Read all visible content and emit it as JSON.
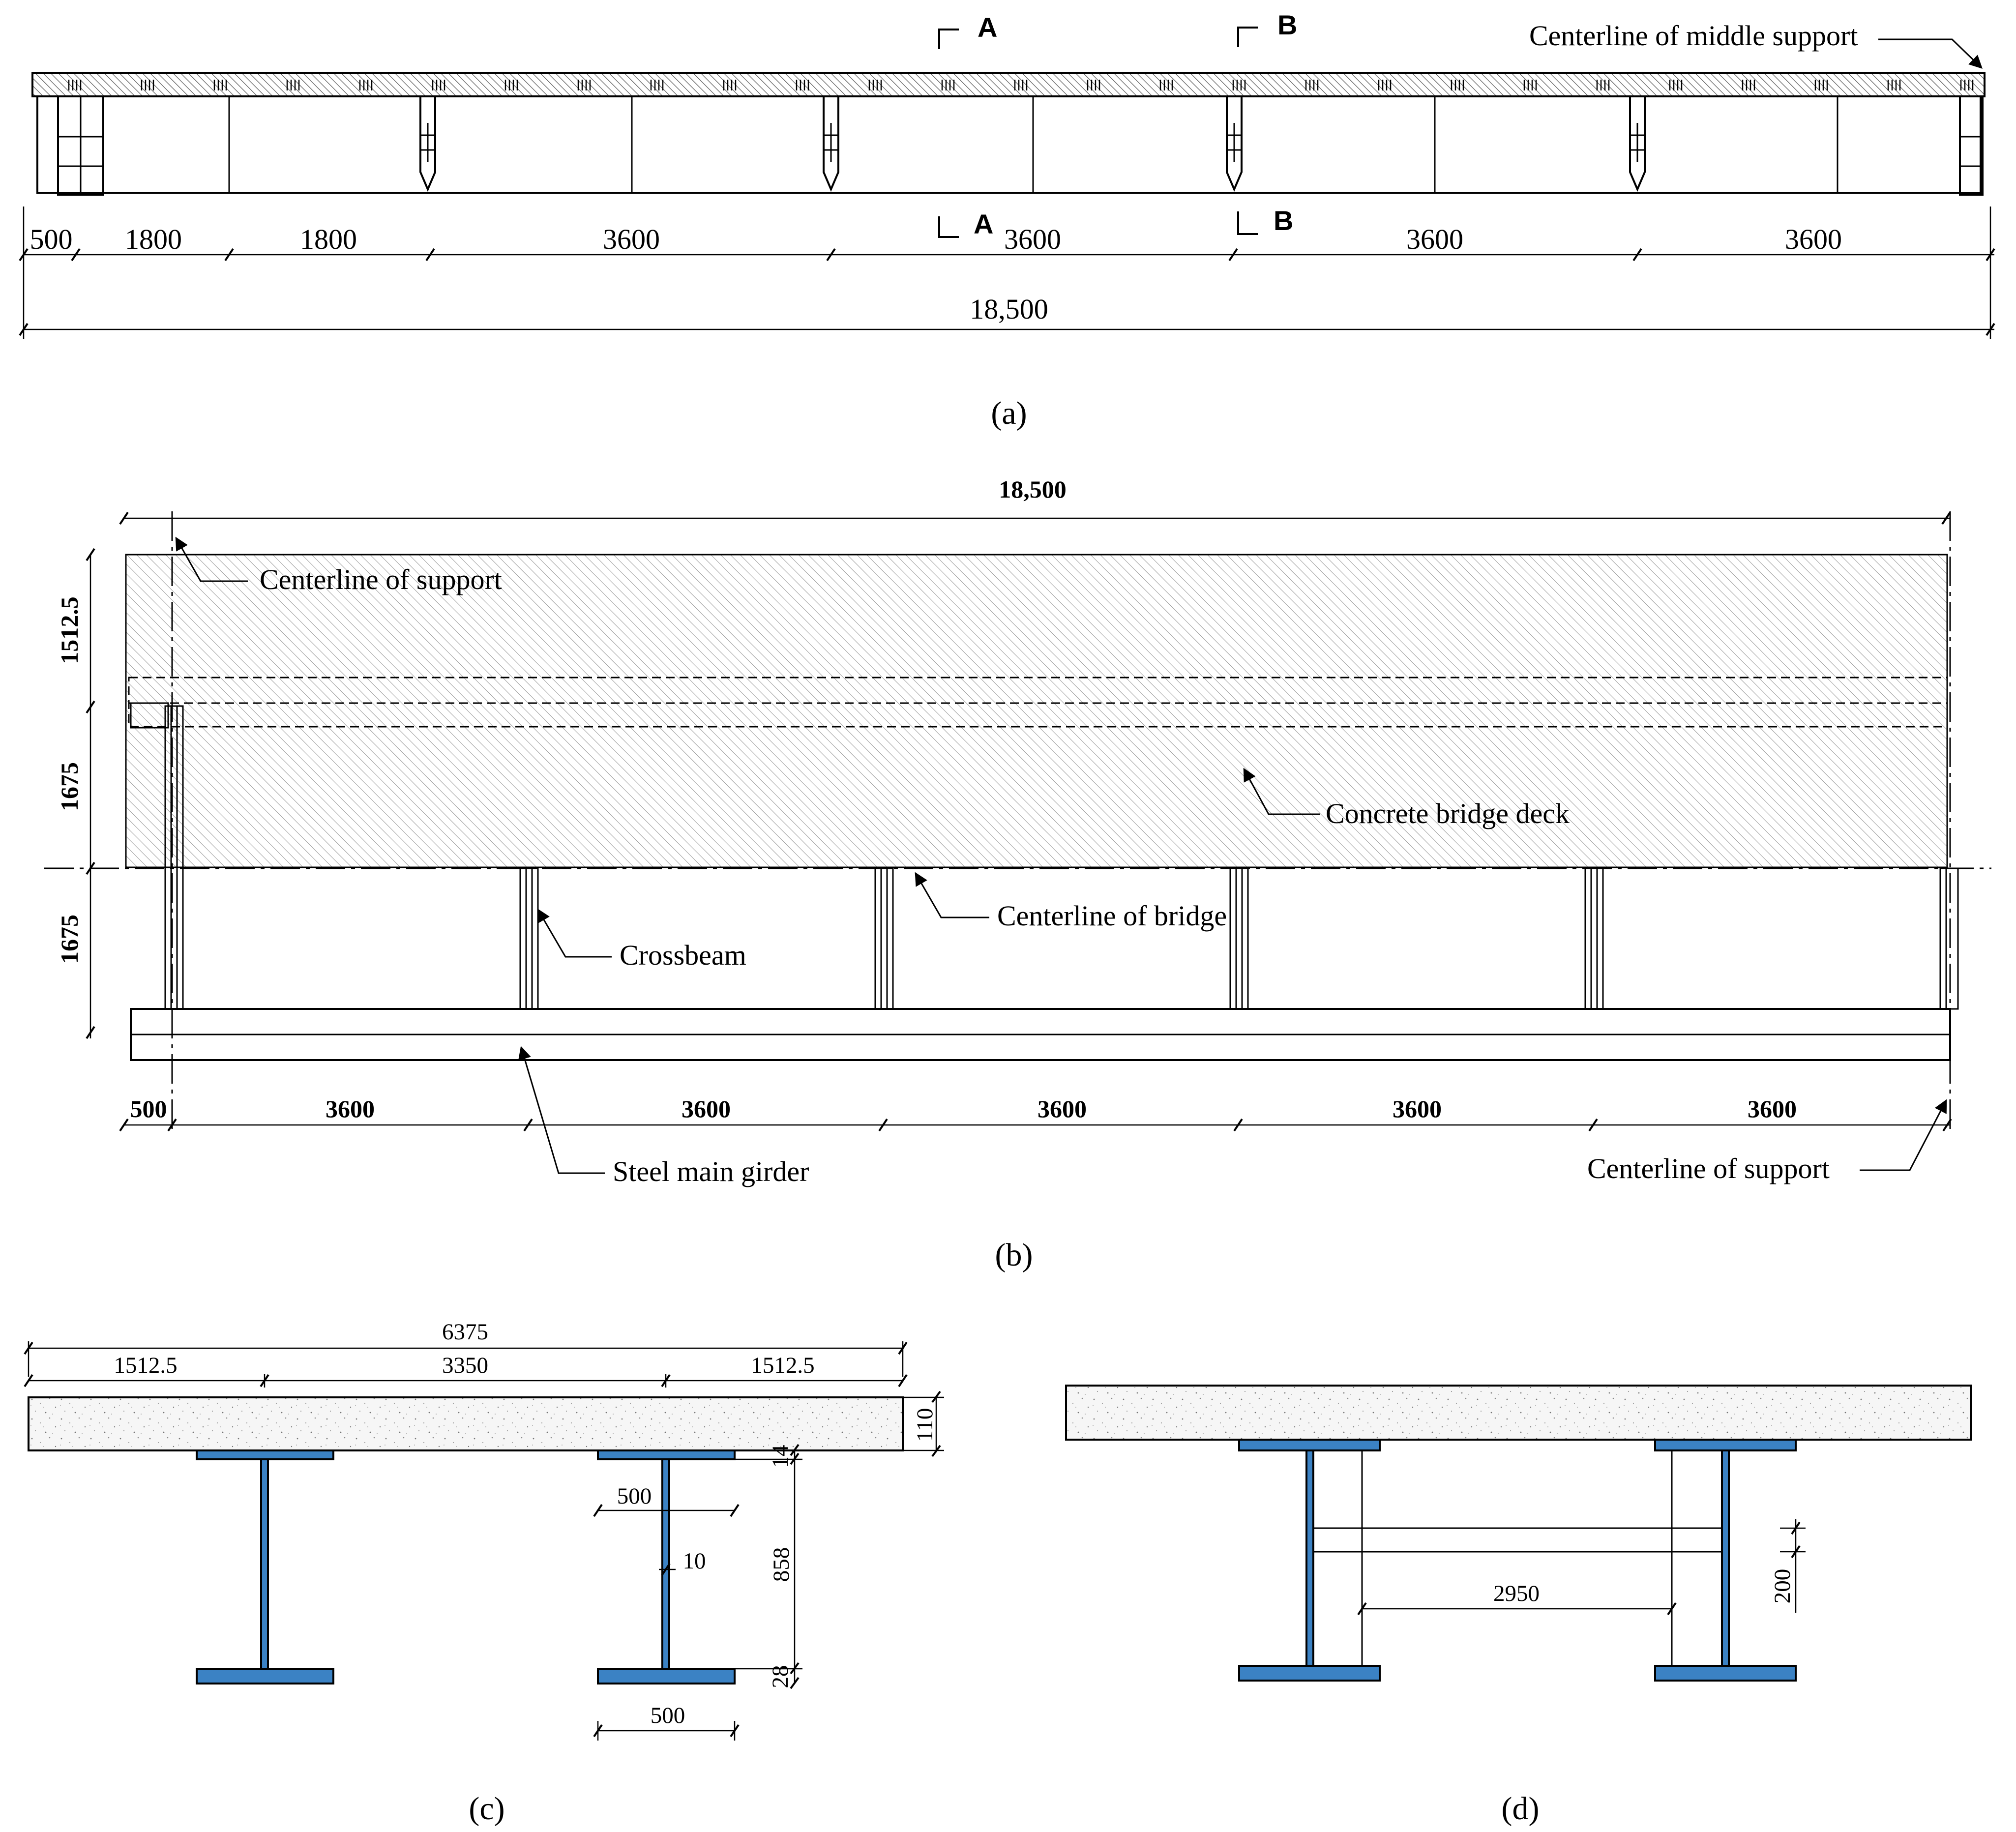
{
  "colors": {
    "steel": "#3b82c4",
    "line": "#000000",
    "background": "#ffffff"
  },
  "panel_a": {
    "caption": "(a)",
    "section_a": "A",
    "section_b": "B",
    "middle_support_label": "Centerline of middle support",
    "dims": [
      "500",
      "1800",
      "1800",
      "3600",
      "3600",
      "3600",
      "3600"
    ],
    "total": "18,500"
  },
  "panel_b": {
    "caption": "(b)",
    "total": "18,500",
    "support_label_top": "Centerline of support",
    "support_label_bottom": "Centerline of support",
    "deck_label": "Concrete bridge  deck",
    "crossbeam_label": "Crossbeam",
    "bridge_centerline_label": "Centerline of bridge",
    "girder_label": "Steel main girder",
    "vertical_dims": [
      "1512.5",
      "1675",
      "1675"
    ],
    "bottom_dims": [
      "500",
      "3600",
      "3600",
      "3600",
      "3600",
      "3600"
    ]
  },
  "panel_c": {
    "caption": "(c)",
    "total": "6375",
    "top_dims": [
      "1512.5",
      "3350",
      "1512.5"
    ],
    "slab_thickness": "110",
    "flange_top_thk": "14",
    "web_height": "858",
    "flange_bottom_thk": "28",
    "flange_width_top": "500",
    "flange_width_bottom": "500",
    "web_thk": "10"
  },
  "panel_d": {
    "caption": "(d)",
    "crossbeam_span": "2950",
    "crossbeam_depth": "200"
  }
}
